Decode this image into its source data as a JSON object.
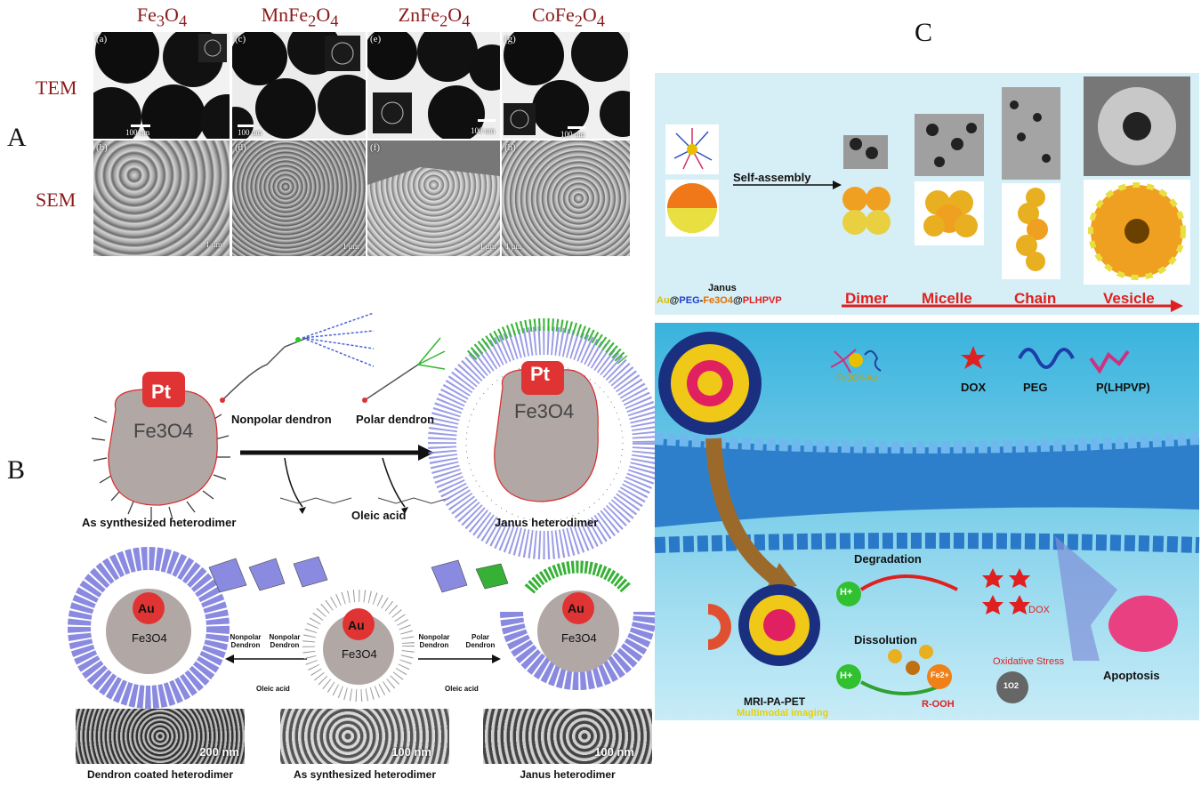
{
  "panels": {
    "a": "A",
    "b": "B",
    "c": "C"
  },
  "panelA": {
    "columns": [
      {
        "base": "Fe",
        "sub1": "3",
        "mid": "O",
        "sub2": "4"
      },
      {
        "base": "MnFe",
        "sub1": "2",
        "mid": "O",
        "sub2": "4"
      },
      {
        "base": "ZnFe",
        "sub1": "2",
        "mid": "O",
        "sub2": "4"
      },
      {
        "base": "CoFe",
        "sub1": "2",
        "mid": "O",
        "sub2": "4"
      }
    ],
    "rows": [
      "TEM",
      "SEM"
    ],
    "tem_tiles": [
      "(a)",
      "(c)",
      "(e)",
      "(g)"
    ],
    "sem_tiles": [
      "(b)",
      "(d)",
      "(f)",
      "(h)"
    ],
    "tem_scale": [
      "100 nm",
      "100 nm",
      "100 nm",
      "100 nm"
    ],
    "sem_scale": [
      "1 μm",
      "1 μm",
      "1 μm",
      "1 μm"
    ]
  },
  "panelB": {
    "top": {
      "pt": "Pt",
      "core": "Fe3O4",
      "nonpolar": "Nonpolar dendron",
      "polar": "Polar dendron",
      "oleic": "Oleic acid",
      "left_caption": "As synthesized heterodimer",
      "right_caption": "Janus heterodimer"
    },
    "bottom": {
      "au": "Au",
      "core": "Fe3O4",
      "nonpolar_l1": "Nonpolar Dendron",
      "nonpolar_l2": "Nonpolar Dendron",
      "nonpolar_r": "Nonpolar Dendron",
      "polar_r": "Polar Dendron",
      "oleic_l": "Oleic acid",
      "oleic_r": "Oleic acid",
      "tem": [
        {
          "scale": "200 nm",
          "caption": "Dendron coated heterodimer"
        },
        {
          "scale": "100 nm",
          "caption": "As synthesized heterodimer"
        },
        {
          "scale": "100 nm",
          "caption": "Janus heterodimer"
        }
      ]
    }
  },
  "panelC": {
    "top": {
      "arrow_label": "Self-assembly",
      "janus": "Janus",
      "formula": {
        "au": "Au",
        "at1": "@",
        "peg": "PEG",
        "dash": "-",
        "fe": "Fe3O4",
        "at2": "@",
        "pl": "PLHPVP"
      },
      "stages": [
        "Dimer",
        "Micelle",
        "Chain",
        "Vesicle"
      ]
    },
    "bottom": {
      "legend": {
        "np": "Fe3O4-Au",
        "dox": "DOX",
        "peg": "PEG",
        "plhpvp": "P(LHPVP)"
      },
      "degradation": "Degradation",
      "dissolution": "Dissolution",
      "hplus": "H+",
      "fe2": "Fe2+",
      "rooh": "R-OOH",
      "o2": "1O2",
      "oxidative": "Oxidative Stress",
      "dox_arrow": "DOX",
      "apoptosis": "Apoptosis",
      "mri": "MRI-PA-PET",
      "multimodal": "Multimodal imaging"
    }
  },
  "colors": {
    "heading_red": "#8b1a1a",
    "c_top_bg": "#d6eef5",
    "c_bottom_bg": "#39b3dd",
    "stage_red": "#e02020"
  }
}
